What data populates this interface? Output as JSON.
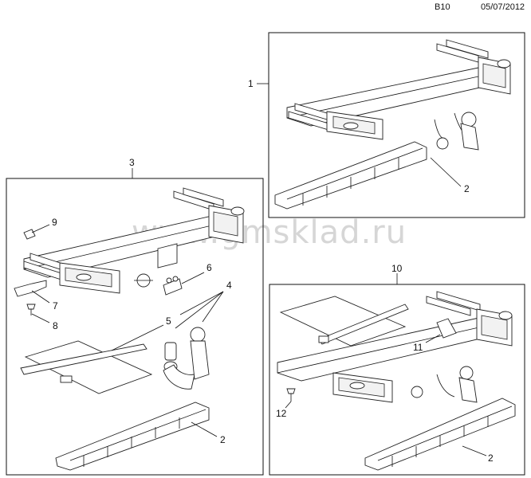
{
  "header": {
    "code": "B10",
    "date": "05/07/2012"
  },
  "watermark": "www.gmsklad.ru",
  "callouts": {
    "c1": "1",
    "c2a": "2",
    "c3": "3",
    "c4": "4",
    "c5": "5",
    "c6": "6",
    "c7": "7",
    "c8": "8",
    "c9": "9",
    "c2b": "2",
    "c10": "10",
    "c11": "11",
    "c12": "12",
    "c2c": "2"
  }
}
